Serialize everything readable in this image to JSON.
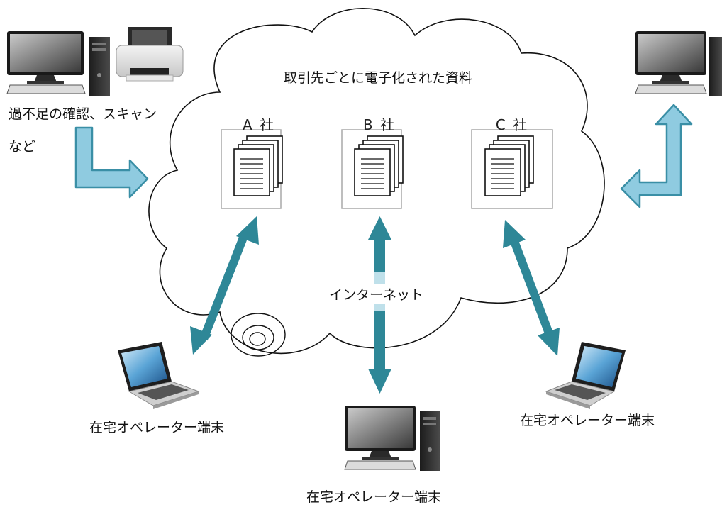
{
  "cloud": {
    "title": "取引先ごとに電子化された資料",
    "internet_label": "インターネット"
  },
  "companies": [
    {
      "name": "A 社"
    },
    {
      "name": "B 社"
    },
    {
      "name": "C 社"
    }
  ],
  "office": {
    "caption_line1": "過不足の確認、スキャン",
    "caption_line2": "など"
  },
  "terminals": {
    "left_laptop_label": "在宅オペレーター端末",
    "right_laptop_label": "在宅オペレーター端末",
    "bottom_desktop_label": "在宅オペレーター端末"
  },
  "colors": {
    "arrow_teal": "#2e8797",
    "block_arrow_fill": "#8fcbe0",
    "block_arrow_stroke": "#3a8fa6",
    "box_border": "#a8a8a8",
    "cloud_stroke": "#111111"
  }
}
